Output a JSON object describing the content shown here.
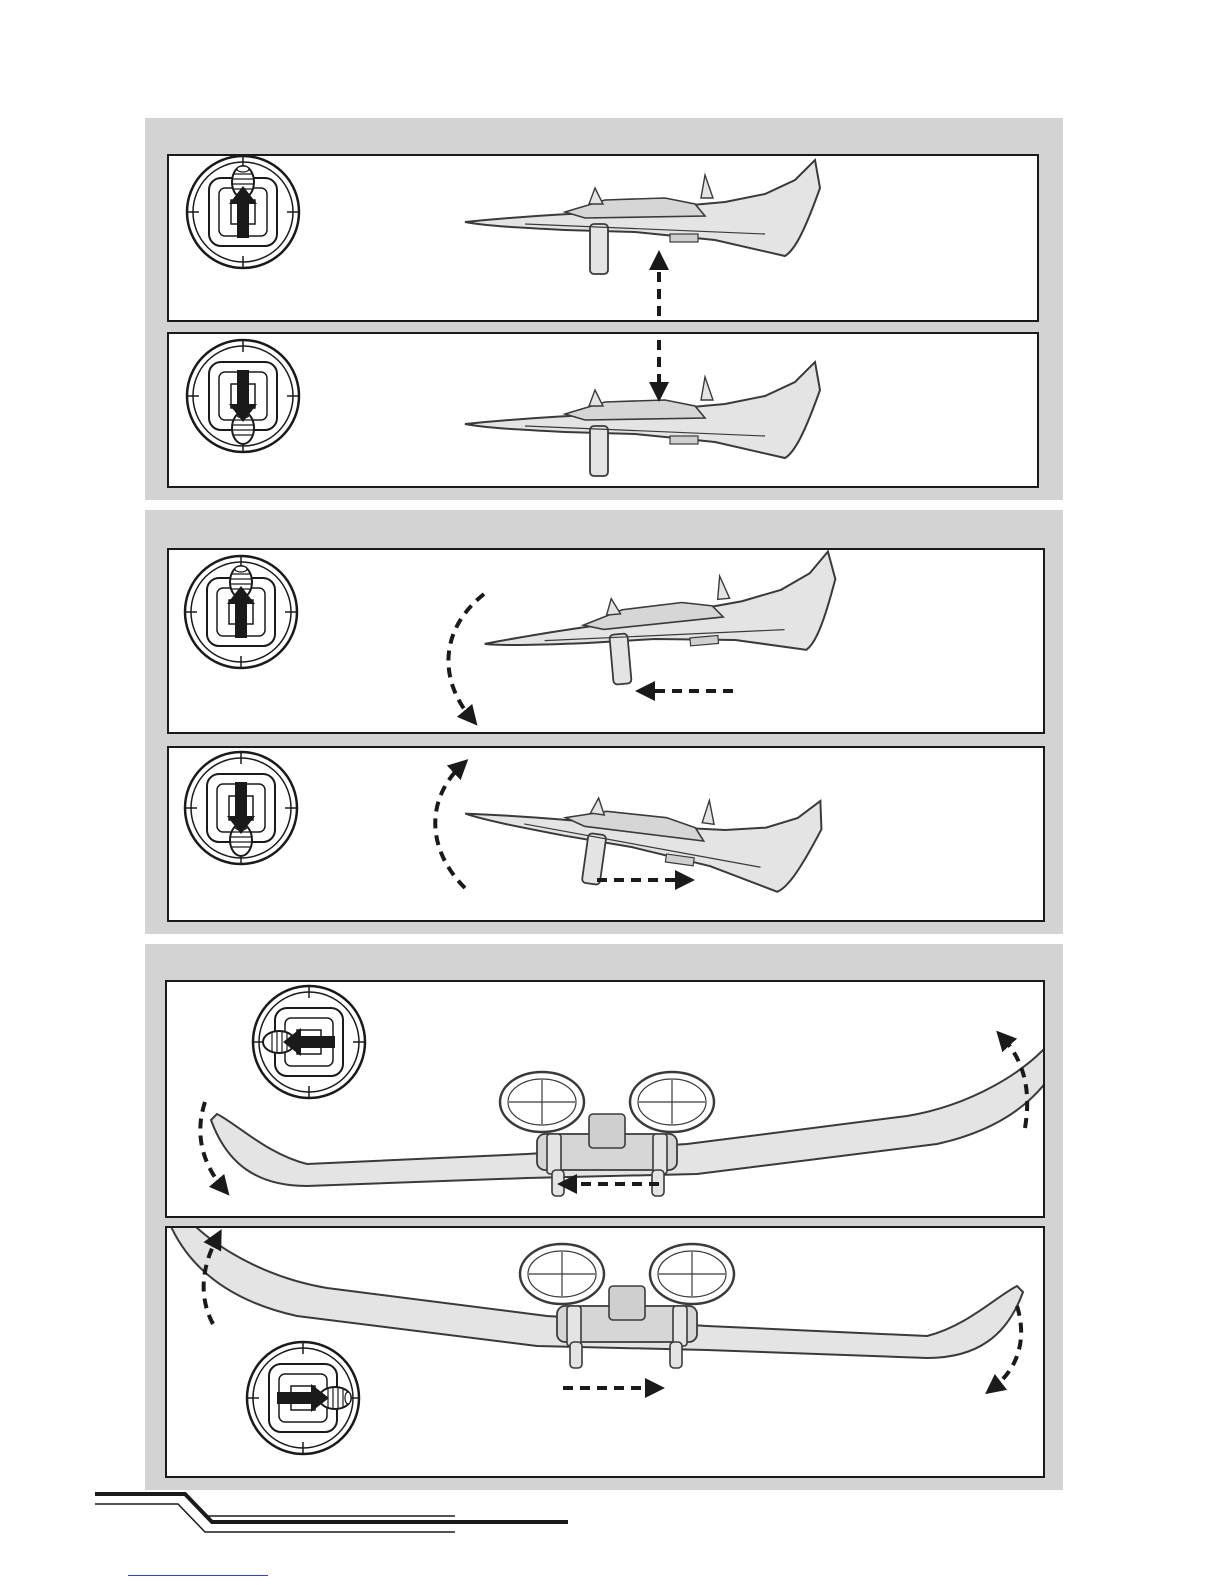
{
  "colors": {
    "section_bg": "#d3d3d3",
    "panel_border": "#1a1a1a",
    "aircraft_fill": "#e4e4e4",
    "aircraft_stroke": "#3a3a3a",
    "arrow": "#1a1a1a",
    "link": "#3344cc"
  },
  "sections": [
    {
      "id": "throttle",
      "panels": [
        {
          "stick": "up",
          "motion": "climb",
          "icons": [
            "transmitter-stick-up-icon",
            "aircraft-side-view",
            "dashed-arrow-up-icon"
          ]
        },
        {
          "stick": "down",
          "motion": "descend",
          "icons": [
            "transmitter-stick-down-icon",
            "aircraft-side-view",
            "dashed-arrow-down-icon"
          ]
        }
      ]
    },
    {
      "id": "elevator",
      "panels": [
        {
          "stick": "up",
          "motion": "nose-down",
          "icons": [
            "transmitter-stick-up-icon",
            "aircraft-pitch-view",
            "curved-dashed-arrow-icon",
            "dashed-arrow-left-icon"
          ]
        },
        {
          "stick": "down",
          "motion": "nose-up",
          "icons": [
            "transmitter-stick-down-icon",
            "aircraft-pitch-view",
            "curved-dashed-arrow-icon",
            "dashed-arrow-right-icon"
          ]
        }
      ]
    },
    {
      "id": "aileron",
      "panels": [
        {
          "stick": "left",
          "motion": "roll-left",
          "icons": [
            "transmitter-stick-left-icon",
            "aircraft-front-view",
            "curved-dashed-arrow-icon",
            "dashed-arrow-left-icon"
          ]
        },
        {
          "stick": "right",
          "motion": "roll-right",
          "icons": [
            "transmitter-stick-right-icon",
            "aircraft-front-view",
            "curved-dashed-arrow-icon",
            "dashed-arrow-right-icon"
          ]
        }
      ]
    }
  ]
}
